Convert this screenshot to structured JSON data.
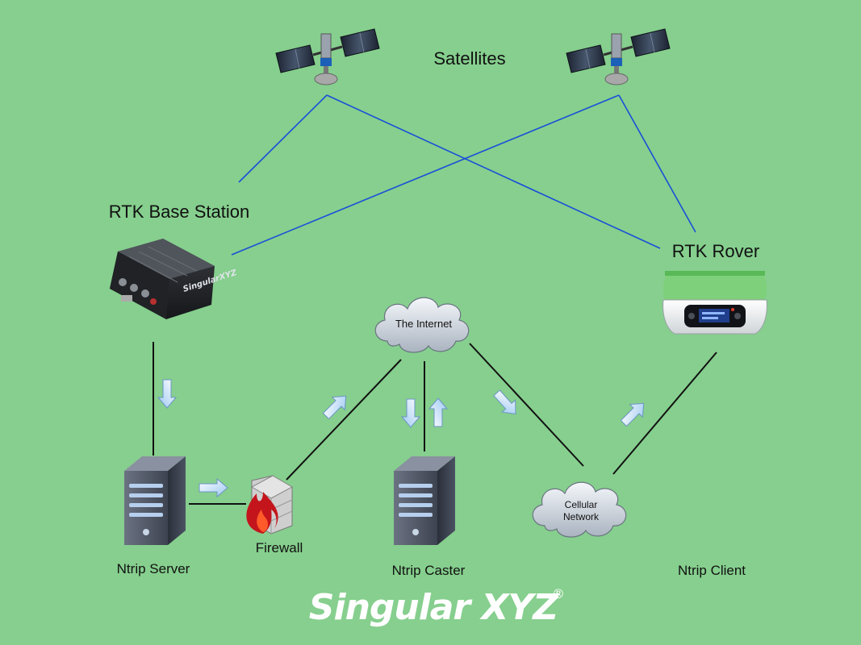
{
  "labels": {
    "satellites": "Satellites",
    "base_station": "RTK Base Station",
    "rover": "RTK Rover",
    "internet": "The Internet",
    "cellular_line1": "Cellular",
    "cellular_line2": "Network",
    "ntrip_server": "Ntrip Server",
    "firewall": "Firewall",
    "ntrip_caster": "Ntrip Caster",
    "ntrip_client": "Ntrip Client"
  },
  "logo": {
    "text": "Singular XYZ",
    "mark": "®"
  },
  "icons": [
    "satellite-icon",
    "gnss-receiver-icon",
    "rover-icon",
    "cloud-icon",
    "server-icon",
    "firewall-icon",
    "arrow-icon"
  ],
  "colors": {
    "background": "#86cf8e",
    "signal_line": "#1a4fd8",
    "network_line": "#111111",
    "cloud": "#dfe6ee",
    "server": "#4a5160",
    "arrow": "#cfe6ff"
  }
}
